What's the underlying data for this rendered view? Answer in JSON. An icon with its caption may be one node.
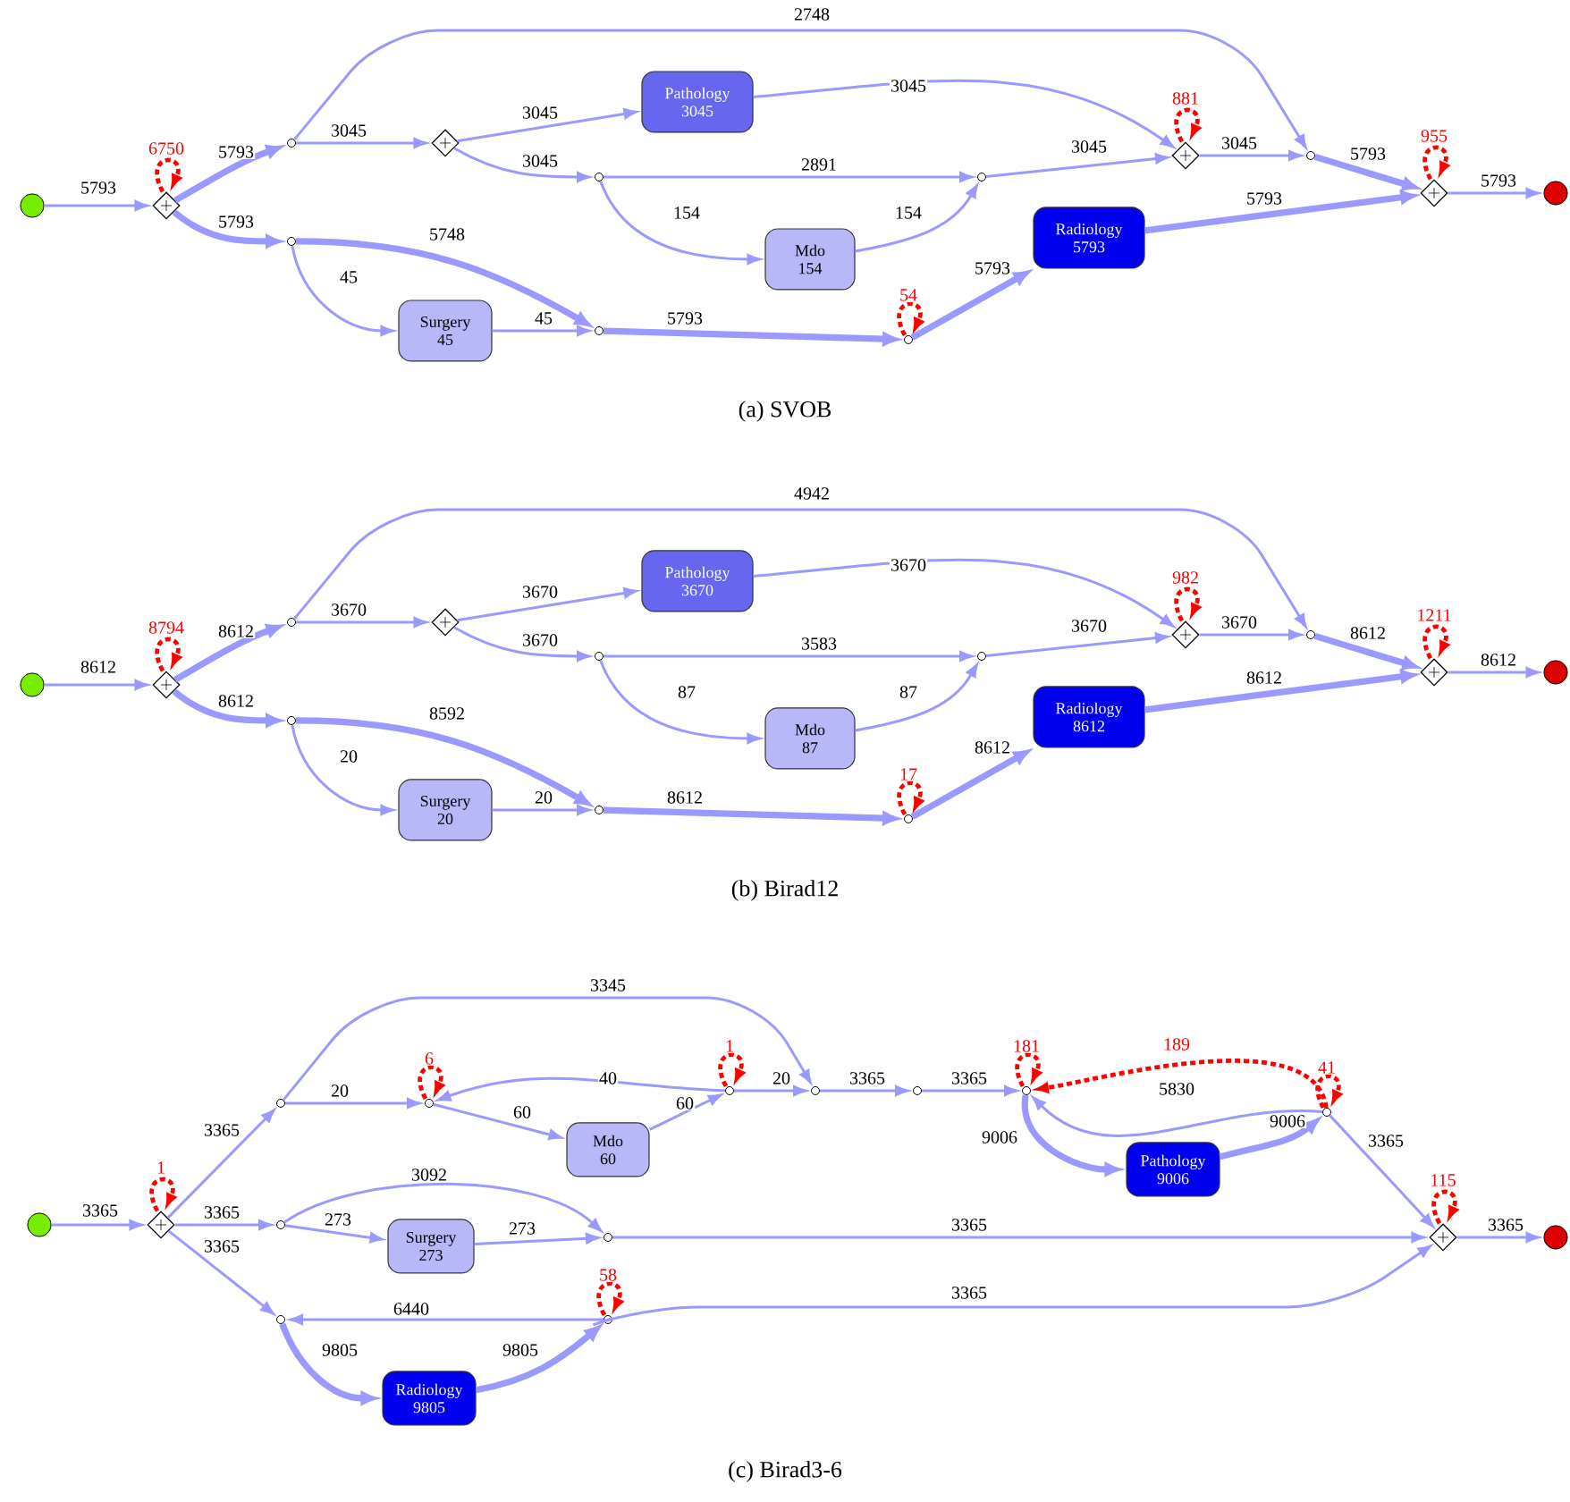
{
  "diagram": {
    "nodes": [
      {
        "text": [],
        "shape": "circle"
      },
      {
        "text": [],
        "shape": "diamond"
      },
      {
        "text": [],
        "shape": "circle"
      },
      {
        "text": [],
        "shape": "circle"
      },
      {
        "text": [],
        "shape": "diamond"
      },
      {
        "text": [
          "Pathology",
          "3045"
        ]
      },
      {
        "text": [],
        "shape": "circle"
      },
      {
        "text": [
          "Mdo",
          "154"
        ]
      },
      {
        "text": [
          "Surgery",
          "45"
        ]
      },
      {
        "text": [],
        "shape": "circle"
      },
      {
        "text": [],
        "shape": "circle"
      },
      {
        "text": [],
        "shape": "circle"
      },
      {
        "text": [
          "Radiology",
          "5793"
        ]
      },
      {
        "text": [],
        "shape": "diamond"
      },
      {
        "text": [],
        "shape": "circle"
      },
      {
        "text": [],
        "shape": "diamond"
      },
      {
        "text": [],
        "shape": "circle"
      },
      {
        "text": [],
        "shape": "circle"
      },
      {
        "text": [],
        "shape": "diamond"
      },
      {
        "text": [],
        "shape": "circle"
      },
      {
        "text": [],
        "shape": "circle"
      },
      {
        "text": [],
        "shape": "diamond"
      },
      {
        "text": [
          "Pathology",
          "3670"
        ]
      },
      {
        "text": [],
        "shape": "circle"
      },
      {
        "text": [
          "Mdo",
          "87"
        ]
      },
      {
        "text": [
          "Surgery",
          "20"
        ]
      },
      {
        "text": [],
        "shape": "circle"
      },
      {
        "text": [],
        "shape": "circle"
      },
      {
        "text": [],
        "shape": "circle"
      },
      {
        "text": [
          "Radiology",
          "8612"
        ]
      },
      {
        "text": [],
        "shape": "diamond"
      },
      {
        "text": [],
        "shape": "circle"
      },
      {
        "text": [],
        "shape": "diamond"
      },
      {
        "text": [],
        "shape": "circle"
      },
      {
        "text": [],
        "shape": "circle"
      },
      {
        "text": [],
        "shape": "diamond"
      },
      {
        "text": [],
        "shape": "circle"
      },
      {
        "text": [],
        "shape": "circle"
      },
      {
        "text": [],
        "shape": "circle"
      },
      {
        "text": [],
        "shape": "circle"
      },
      {
        "text": [
          "Mdo",
          "60"
        ]
      },
      {
        "text": [],
        "shape": "circle"
      },
      {
        "text": [],
        "shape": "circle"
      },
      {
        "text": [],
        "shape": "circle"
      },
      {
        "text": [],
        "shape": "circle"
      },
      {
        "text": [
          "Pathology",
          "9006"
        ]
      },
      {
        "text": [],
        "shape": "circle"
      },
      {
        "text": [
          "Surgery",
          "273"
        ]
      },
      {
        "text": [],
        "shape": "circle"
      },
      {
        "text": [
          "Radiology",
          "9805"
        ]
      },
      {
        "text": [],
        "shape": "circle"
      },
      {
        "text": [],
        "shape": "diamond"
      },
      {
        "text": [],
        "shape": "circle"
      }
    ],
    "edges": [
      {
        "from": 0,
        "to": 1,
        "arrow": "to",
        "label": "5793"
      },
      {
        "from": 1,
        "to": 1,
        "arrow": "to",
        "label": "6750",
        "style": "dashed",
        "color": "#ff0000"
      },
      {
        "from": 1,
        "to": 2,
        "arrow": "to",
        "label": "5793",
        "style": "thick"
      },
      {
        "from": 1,
        "to": 3,
        "arrow": "to",
        "label": "5793",
        "style": "thick"
      },
      {
        "from": 2,
        "to": 4,
        "arrow": "to",
        "label": "3045"
      },
      {
        "from": 2,
        "to": 14,
        "arrow": "to",
        "label": "2748"
      },
      {
        "from": 4,
        "to": 5,
        "arrow": "to",
        "label": "3045"
      },
      {
        "from": 4,
        "to": 6,
        "arrow": "to",
        "label": "3045"
      },
      {
        "from": 5,
        "to": 13,
        "arrow": "to",
        "label": "3045"
      },
      {
        "from": 6,
        "to": 10,
        "arrow": "to",
        "label": "2891"
      },
      {
        "from": 6,
        "to": 7,
        "arrow": "to",
        "label": "154"
      },
      {
        "from": 7,
        "to": 10,
        "arrow": "to",
        "label": "154"
      },
      {
        "from": 10,
        "to": 13,
        "arrow": "to",
        "label": "3045"
      },
      {
        "from": 13,
        "to": 13,
        "arrow": "to",
        "label": "881",
        "style": "dashed",
        "color": "#ff0000"
      },
      {
        "from": 13,
        "to": 14,
        "arrow": "to",
        "label": "3045"
      },
      {
        "from": 3,
        "to": 9,
        "arrow": "to",
        "label": "5748",
        "style": "thick"
      },
      {
        "from": 3,
        "to": 8,
        "arrow": "to",
        "label": "45"
      },
      {
        "from": 8,
        "to": 9,
        "arrow": "to",
        "label": "45"
      },
      {
        "from": 9,
        "to": 11,
        "arrow": "to",
        "label": "5793",
        "style": "thick"
      },
      {
        "from": 11,
        "to": 11,
        "arrow": "to",
        "label": "54",
        "style": "dashed",
        "color": "#ff0000"
      },
      {
        "from": 11,
        "to": 12,
        "arrow": "to",
        "label": "5793",
        "style": "thick"
      },
      {
        "from": 12,
        "to": 15,
        "arrow": "to",
        "label": "5793",
        "style": "thick"
      },
      {
        "from": 14,
        "to": 15,
        "arrow": "to",
        "label": "5793",
        "style": "thick"
      },
      {
        "from": 15,
        "to": 15,
        "arrow": "to",
        "label": "955",
        "style": "dashed",
        "color": "#ff0000"
      },
      {
        "from": 15,
        "to": 16,
        "arrow": "to",
        "label": "5793"
      },
      {
        "from": 17,
        "to": 18,
        "arrow": "to",
        "label": "8612"
      },
      {
        "from": 18,
        "to": 18,
        "arrow": "to",
        "label": "8794",
        "style": "dashed",
        "color": "#ff0000"
      },
      {
        "from": 18,
        "to": 19,
        "arrow": "to",
        "label": "8612",
        "style": "thick"
      },
      {
        "from": 18,
        "to": 20,
        "arrow": "to",
        "label": "8612",
        "style": "thick"
      },
      {
        "from": 19,
        "to": 21,
        "arrow": "to",
        "label": "3670"
      },
      {
        "from": 19,
        "to": 31,
        "arrow": "to",
        "label": "4942"
      },
      {
        "from": 21,
        "to": 22,
        "arrow": "to",
        "label": "3670"
      },
      {
        "from": 21,
        "to": 23,
        "arrow": "to",
        "label": "3670"
      },
      {
        "from": 22,
        "to": 30,
        "arrow": "to",
        "label": "3670"
      },
      {
        "from": 23,
        "to": 27,
        "arrow": "to",
        "label": "3583"
      },
      {
        "from": 23,
        "to": 24,
        "arrow": "to",
        "label": "87"
      },
      {
        "from": 24,
        "to": 27,
        "arrow": "to",
        "label": "87"
      },
      {
        "from": 27,
        "to": 30,
        "arrow": "to",
        "label": "3670"
      },
      {
        "from": 30,
        "to": 30,
        "arrow": "to",
        "label": "982",
        "style": "dashed",
        "color": "#ff0000"
      },
      {
        "from": 30,
        "to": 31,
        "arrow": "to",
        "label": "3670"
      },
      {
        "from": 20,
        "to": 26,
        "arrow": "to",
        "label": "8592",
        "style": "thick"
      },
      {
        "from": 20,
        "to": 25,
        "arrow": "to",
        "label": "20"
      },
      {
        "from": 25,
        "to": 26,
        "arrow": "to",
        "label": "20"
      },
      {
        "from": 26,
        "to": 28,
        "arrow": "to",
        "label": "8612",
        "style": "thick"
      },
      {
        "from": 28,
        "to": 28,
        "arrow": "to",
        "label": "17",
        "style": "dashed",
        "color": "#ff0000"
      },
      {
        "from": 28,
        "to": 29,
        "arrow": "to",
        "label": "8612",
        "style": "thick"
      },
      {
        "from": 29,
        "to": 32,
        "arrow": "to",
        "label": "8612",
        "style": "thick"
      },
      {
        "from": 31,
        "to": 32,
        "arrow": "to",
        "label": "8612",
        "style": "thick"
      },
      {
        "from": 32,
        "to": 32,
        "arrow": "to",
        "label": "1211",
        "style": "dashed",
        "color": "#ff0000"
      },
      {
        "from": 32,
        "to": 33,
        "arrow": "to",
        "label": "8612"
      },
      {
        "from": 34,
        "to": 35,
        "arrow": "to",
        "label": "3365"
      },
      {
        "from": 35,
        "to": 35,
        "arrow": "to",
        "label": "1",
        "style": "dashed",
        "color": "#ff0000"
      },
      {
        "from": 35,
        "to": 36,
        "arrow": "to",
        "label": "3365"
      },
      {
        "from": 35,
        "to": 37,
        "arrow": "to",
        "label": "3365"
      },
      {
        "from": 35,
        "to": 38,
        "arrow": "to",
        "label": "3365"
      },
      {
        "from": 36,
        "to": 42,
        "arrow": "to",
        "label": "3345"
      },
      {
        "from": 36,
        "to": 39,
        "arrow": "to",
        "label": "20"
      },
      {
        "from": 39,
        "to": 39,
        "arrow": "to",
        "label": "6",
        "style": "dashed",
        "color": "#ff0000"
      },
      {
        "from": 39,
        "to": 40,
        "arrow": "to",
        "label": "60"
      },
      {
        "from": 40,
        "to": 41,
        "arrow": "to",
        "label": "60"
      },
      {
        "from": 41,
        "to": 39,
        "arrow": "to",
        "label": "40"
      },
      {
        "from": 41,
        "to": 41,
        "arrow": "to",
        "label": "1",
        "style": "dashed",
        "color": "#ff0000"
      },
      {
        "from": 41,
        "to": 42,
        "arrow": "to",
        "label": "20"
      },
      {
        "from": 42,
        "to": 43,
        "arrow": "to",
        "label": "3365"
      },
      {
        "from": 43,
        "to": 44,
        "arrow": "to",
        "label": "3365"
      },
      {
        "from": 44,
        "to": 44,
        "arrow": "to",
        "label": "181",
        "style": "dashed",
        "color": "#ff0000"
      },
      {
        "from": 44,
        "to": 45,
        "arrow": "to",
        "label": "9006",
        "style": "thick"
      },
      {
        "from": 45,
        "to": 46,
        "arrow": "to",
        "label": "9006",
        "style": "thick"
      },
      {
        "from": 46,
        "to": 44,
        "arrow": "to",
        "label": "5830"
      },
      {
        "from": 46,
        "to": 46,
        "arrow": "to",
        "label": "41",
        "style": "dashed",
        "color": "#ff0000"
      },
      {
        "from": 46,
        "to": 44,
        "arrow": "to",
        "label": "189",
        "style": "dashed",
        "color": "#ff0000"
      },
      {
        "from": 46,
        "to": 51,
        "arrow": "to",
        "label": "3365"
      },
      {
        "from": 37,
        "to": 48,
        "arrow": "to",
        "label": "3092"
      },
      {
        "from": 37,
        "to": 47,
        "arrow": "to",
        "label": "273"
      },
      {
        "from": 47,
        "to": 48,
        "arrow": "to",
        "label": "273"
      },
      {
        "from": 48,
        "to": 51,
        "arrow": "to",
        "label": "3365"
      },
      {
        "from": 51,
        "to": 51,
        "arrow": "to",
        "label": "115",
        "style": "dashed",
        "color": "#ff0000"
      },
      {
        "from": 51,
        "to": 52,
        "arrow": "to",
        "label": "3365"
      },
      {
        "from": 38,
        "to": 49,
        "arrow": "to",
        "label": "9805",
        "style": "thick"
      },
      {
        "from": 49,
        "to": 50,
        "arrow": "to",
        "label": "9805",
        "style": "thick"
      },
      {
        "from": 50,
        "to": 38,
        "arrow": "to",
        "label": "6440"
      },
      {
        "from": 50,
        "to": 50,
        "arrow": "to",
        "label": "58",
        "style": "dashed",
        "color": "#ff0000"
      },
      {
        "from": 50,
        "to": 51,
        "arrow": "to",
        "label": "3365"
      }
    ],
    "labels": [
      "(a) SVOB",
      "(b) Birad12",
      "(c) Birad3-6"
    ]
  }
}
